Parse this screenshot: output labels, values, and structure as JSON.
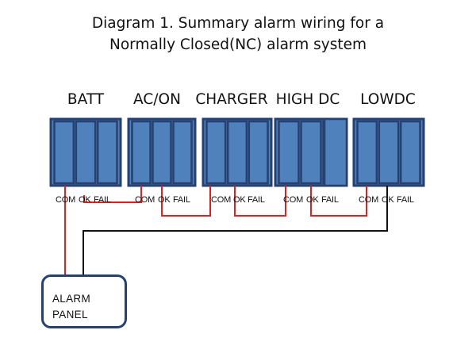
{
  "title": {
    "line1": "Diagram 1. Summary alarm wiring for a",
    "line2": "Normally Closed(NC) alarm system"
  },
  "modules": [
    {
      "name": "BATT",
      "terminals": [
        "COM",
        "OK",
        "FAIL"
      ]
    },
    {
      "name": "AC/ON",
      "terminals": [
        "COM",
        "OK",
        "FAIL"
      ]
    },
    {
      "name": "CHARGER",
      "terminals": [
        "COM",
        "OK",
        "FAIL"
      ]
    },
    {
      "name": "HIGH DC",
      "terminals": [
        "COM",
        "OK",
        "FAIL"
      ]
    },
    {
      "name": "LOWDC",
      "terminals": [
        "COM",
        "OK",
        "FAIL"
      ]
    }
  ],
  "alarm_panel": {
    "line1": "ALARM",
    "line2": "PANEL"
  },
  "colors": {
    "module_fill": "#4f81bd",
    "module_border": "#26416f",
    "wire_red": "#e02020",
    "wire_black": "#111111"
  }
}
